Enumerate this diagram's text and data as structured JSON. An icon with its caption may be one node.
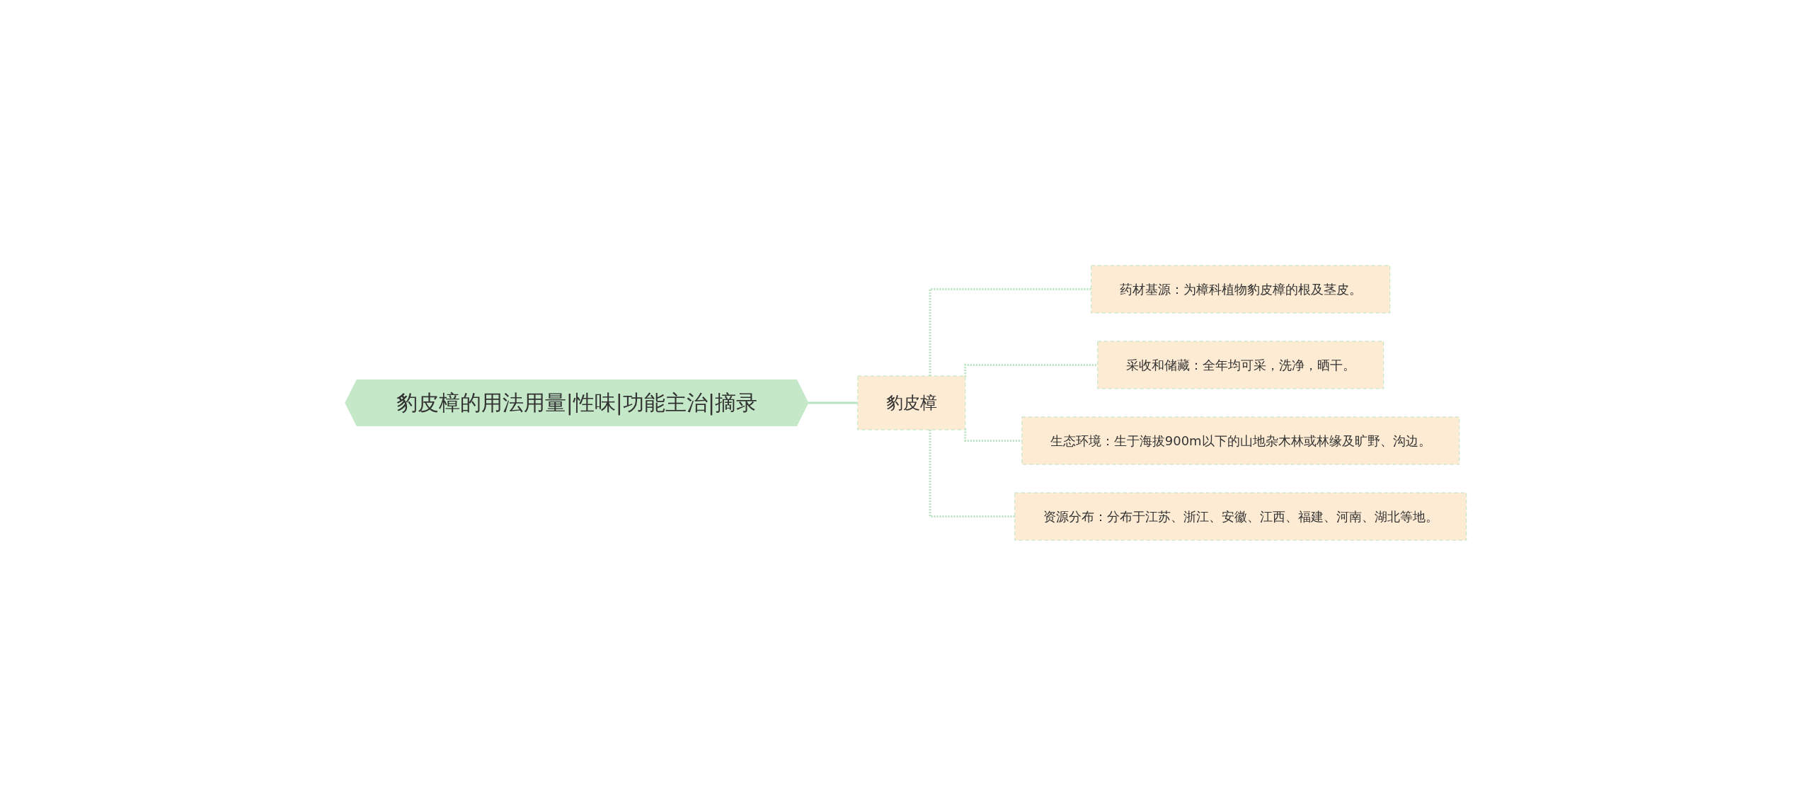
{
  "diagram": {
    "nodes": [
      {
        "text": [
          "豹皮樟的用法用量|性味|功能主治|摘录"
        ]
      },
      {
        "text": [
          "豹皮樟"
        ]
      },
      {
        "text": [
          "药材基源：为樟科植物豹皮樟的根及茎皮。"
        ]
      },
      {
        "text": [
          "采收和储藏：全年均可采，洗净，晒干。"
        ]
      },
      {
        "text": [
          "生态环境：生于海拔900m以下的山地杂木林或林缘及旷野、沟边。"
        ]
      },
      {
        "text": [
          "资源分布：分布于江苏、浙江、安徽、江西、福建、河南、湖北等地。"
        ]
      }
    ],
    "edges": [
      {
        "from": 0,
        "to": 1,
        "arrow": "none",
        "color": "#b8e3c0"
      },
      {
        "from": 1,
        "to": 2,
        "arrow": "none",
        "style": "dashed",
        "color": "#b8e3c0"
      },
      {
        "from": 1,
        "to": 3,
        "arrow": "none",
        "style": "dashed",
        "color": "#b8e3c0"
      },
      {
        "from": 1,
        "to": 4,
        "arrow": "none",
        "style": "dashed",
        "color": "#b8e3c0"
      },
      {
        "from": 1,
        "to": 5,
        "arrow": "none",
        "style": "dashed",
        "color": "#b8e3c0"
      }
    ]
  }
}
